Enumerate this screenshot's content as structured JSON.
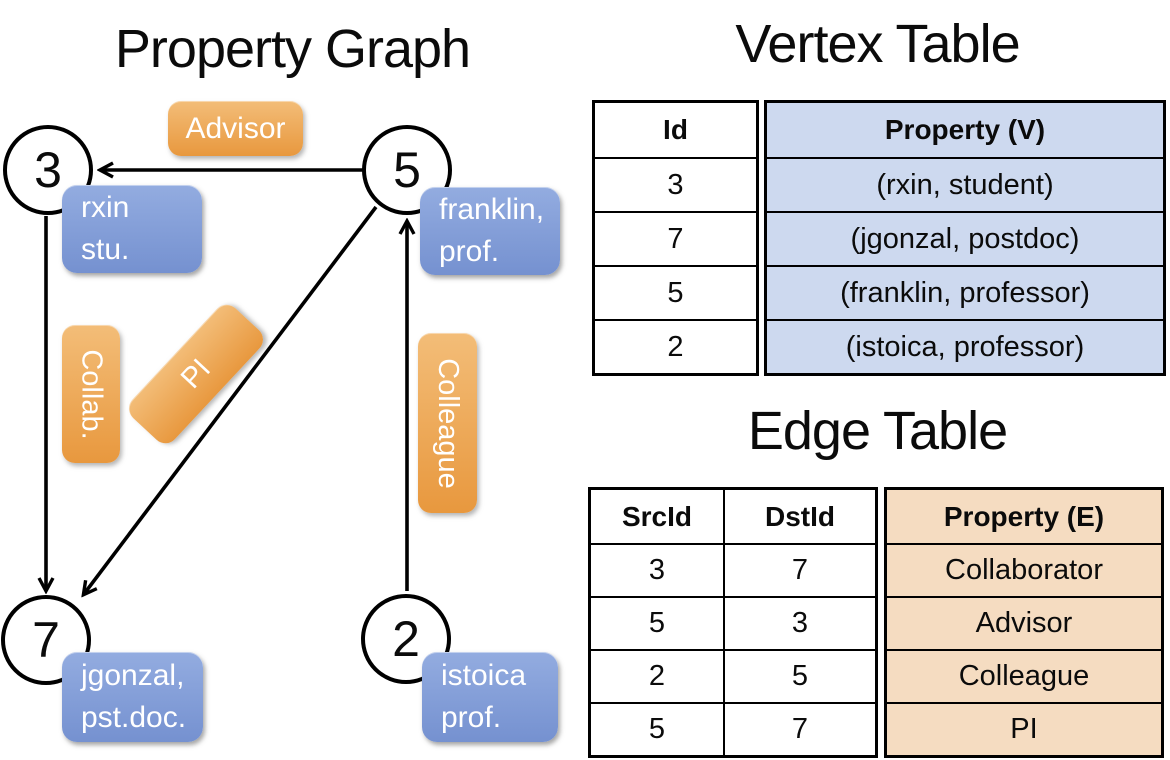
{
  "colors": {
    "background": "#ffffff",
    "edge_label_orange_top": "#f3bd78",
    "edge_label_orange_bottom": "#e8983e",
    "vertex_box_blue_top": "#93ace0",
    "vertex_box_blue_bottom": "#7591d0",
    "vertex_table_cell_bg": "#cdd9ef",
    "edge_table_cell_bg": "#f5dcc1",
    "line_color": "#000000",
    "pill_text": "#ffffff"
  },
  "graph": {
    "title": "Property Graph",
    "nodes": {
      "n3": {
        "id": "3",
        "prop_line1": "rxin",
        "prop_line2": "stu."
      },
      "n5": {
        "id": "5",
        "prop_line1": "franklin,",
        "prop_line2": "prof."
      },
      "n7": {
        "id": "7",
        "prop_line1": "jgonzal,",
        "prop_line2": "pst.doc."
      },
      "n2": {
        "id": "2",
        "prop_line1": "istoica",
        "prop_line2": "prof."
      }
    },
    "edge_labels": {
      "advisor": "Advisor",
      "collab": "Collab.",
      "pi": "PI",
      "colleague": "Colleague"
    },
    "edges": [
      {
        "from": "5",
        "to": "3",
        "label": "Advisor"
      },
      {
        "from": "3",
        "to": "7",
        "label": "Collab."
      },
      {
        "from": "5",
        "to": "7",
        "label": "PI"
      },
      {
        "from": "2",
        "to": "5",
        "label": "Colleague"
      }
    ]
  },
  "vertex_table": {
    "title": "Vertex Table",
    "columns": {
      "id": "Id",
      "property": "Property (V)"
    },
    "rows": [
      {
        "id": "3",
        "property": "(rxin, student)"
      },
      {
        "id": "7",
        "property": "(jgonzal, postdoc)"
      },
      {
        "id": "5",
        "property": "(franklin, professor)"
      },
      {
        "id": "2",
        "property": "(istoica, professor)"
      }
    ]
  },
  "edge_table": {
    "title": "Edge Table",
    "columns": {
      "src": "SrcId",
      "dst": "DstId",
      "property": "Property (E)"
    },
    "rows": [
      {
        "src": "3",
        "dst": "7",
        "property": "Collaborator"
      },
      {
        "src": "5",
        "dst": "3",
        "property": "Advisor"
      },
      {
        "src": "2",
        "dst": "5",
        "property": "Colleague"
      },
      {
        "src": "5",
        "dst": "7",
        "property": "PI"
      }
    ]
  }
}
